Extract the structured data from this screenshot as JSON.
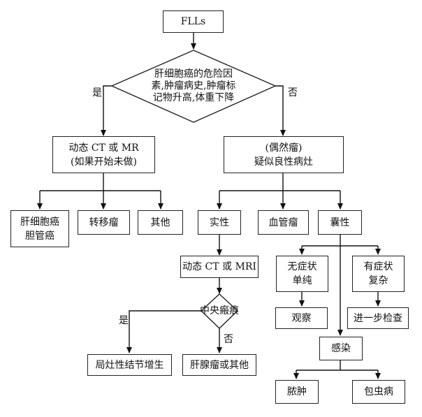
{
  "nodes": {
    "flls": "FLLs",
    "risk_1": "肝细胞癌的危险因",
    "risk_2": "素,肿瘤病史,肿瘤标",
    "risk_3": "记物升高,体重下降",
    "dynamic_ct_mr_1": "动态 CT 或 MR",
    "dynamic_ct_mr_2": "(如果开始未做)",
    "incidental_1": "(偶然瘤)",
    "incidental_2": "疑似良性病灶",
    "hcc_1": "肝细胞癌",
    "hcc_2": "胆管癌",
    "metastasis": "转移瘤",
    "other": "其他",
    "solid": "实性",
    "hemangioma": "血管瘤",
    "cystic": "囊性",
    "dynamic_ct_mri": "动态 CT 或 MRI",
    "central_scar": "中央瘢痕",
    "fnh": "局灶性结节增生",
    "adenoma": "肝腺瘤或其他",
    "asymptomatic_1": "无症状",
    "asymptomatic_2": "单纯",
    "symptomatic_1": "有症状",
    "symptomatic_2": "复杂",
    "observe": "观察",
    "further_exam": "进一步检查",
    "infection": "感染",
    "abscess": "脓肿",
    "hydatid": "包虫病"
  },
  "edge_labels": {
    "yes_1": "是",
    "no_1": "否",
    "yes_2": "是",
    "no_2": "否"
  }
}
